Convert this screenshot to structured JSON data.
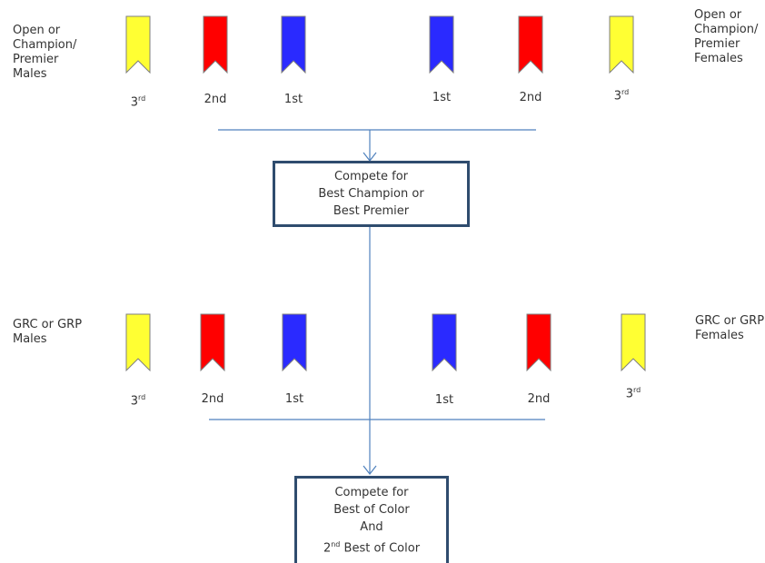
{
  "section1": {
    "left_label": [
      "Open or",
      "Champion/",
      "Premier",
      "Males"
    ],
    "right_label": [
      "Open or",
      "Champion/",
      "Premier",
      "Females"
    ],
    "ribbons": [
      {
        "color": "#ffff33",
        "place_num": "3",
        "place_sup": "rd"
      },
      {
        "color": "#ff0000",
        "place_num": "2nd",
        "place_sup": ""
      },
      {
        "color": "#2a2aff",
        "place_num": "1st",
        "place_sup": ""
      },
      {
        "color": "#2a2aff",
        "place_num": "1st",
        "place_sup": ""
      },
      {
        "color": "#ff0000",
        "place_num": "2nd",
        "place_sup": ""
      },
      {
        "color": "#ffff33",
        "place_num": "3",
        "place_sup": "rd"
      }
    ],
    "box_lines": [
      "Compete  for",
      "Best Champion or",
      "Best Premier"
    ]
  },
  "section2": {
    "left_label": [
      "GRC or GRP",
      "Males"
    ],
    "right_label": [
      "GRC or GRP",
      "Females"
    ],
    "ribbons": [
      {
        "color": "#ffff33",
        "place_num": "3",
        "place_sup": "rd"
      },
      {
        "color": "#ff0000",
        "place_num": "2nd",
        "place_sup": ""
      },
      {
        "color": "#2a2aff",
        "place_num": "1st",
        "place_sup": ""
      },
      {
        "color": "#2a2aff",
        "place_num": "1st",
        "place_sup": ""
      },
      {
        "color": "#ff0000",
        "place_num": "2nd",
        "place_sup": ""
      },
      {
        "color": "#ffff33",
        "place_num": "3",
        "place_sup": "rd"
      }
    ],
    "box_lines": [
      "Compete  for",
      "Best of Color",
      "And"
    ],
    "box_last_num": "2",
    "box_last_sup": "nd",
    "box_last_rest": " Best of Color"
  },
  "colors": {
    "line": "#4f81bd",
    "box_border": "#2f4c6e"
  }
}
